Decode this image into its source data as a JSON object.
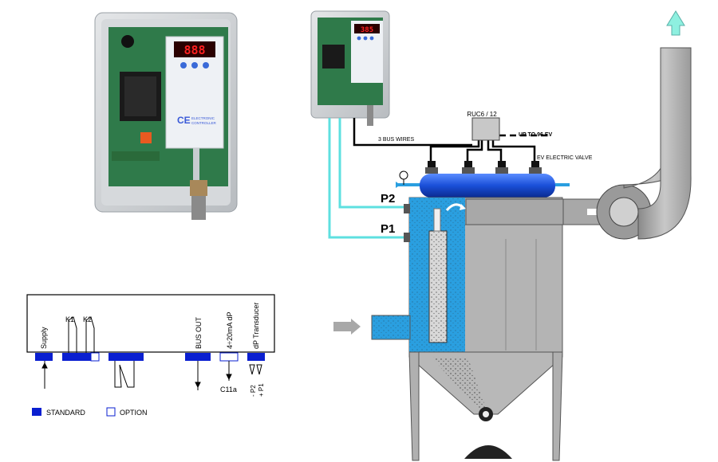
{
  "controller": {
    "display_value": "888",
    "display_value_small": "385",
    "brand_line1": "ELECTRONIC",
    "brand_line2": "CONTROLLER",
    "ce_mark": "CE"
  },
  "system": {
    "ruc_label": "RUC6 / 12",
    "bus_wires_label": "3 BUS WIRES",
    "up_to_label": "UP TO 96 EV",
    "ev_label": "EV ELECTRIC VALVE",
    "p2_label": "P2",
    "p1_label": "P1"
  },
  "terminals": {
    "supply": "Supply",
    "k1": "K1",
    "k2": "K2",
    "bus_out": "BUS OUT",
    "analog_out": "4÷20mA dP",
    "transducer": "dP Transducer",
    "c11a": "C11a",
    "p2_port": "- P2",
    "p1_port": "+ P1"
  },
  "legend": {
    "standard": "STANDARD",
    "option": "OPTION"
  },
  "colors": {
    "standard_blue": "#0a1fd0",
    "hose_cyan": "#5ee0e0",
    "filter_blue": "#2a9fe0",
    "tank_blue": "#1a4fd8",
    "housing_gray": "#b4b4b4"
  }
}
